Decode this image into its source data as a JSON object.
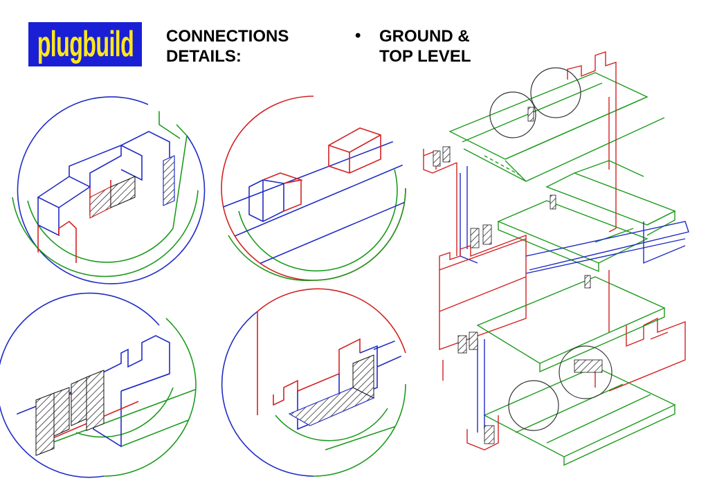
{
  "logo": {
    "text": "plugbuild",
    "bg_color": "#1a1fd6",
    "text_color": "#ffe81a"
  },
  "heading_left": "CONNECTIONS\nDETAILS:",
  "bullet": "•",
  "heading_right": "GROUND &\nTOP LEVEL",
  "colors": {
    "red": "#d42020",
    "blue": "#1f2bc4",
    "green": "#1c9a1c",
    "dark": "#222222"
  },
  "details": [
    {
      "id": "detail-1",
      "name": "connection-detail-top-left"
    },
    {
      "id": "detail-2",
      "name": "connection-detail-top-right"
    },
    {
      "id": "detail-3",
      "name": "connection-detail-bottom-left"
    },
    {
      "id": "detail-4",
      "name": "connection-detail-bottom-right"
    }
  ]
}
